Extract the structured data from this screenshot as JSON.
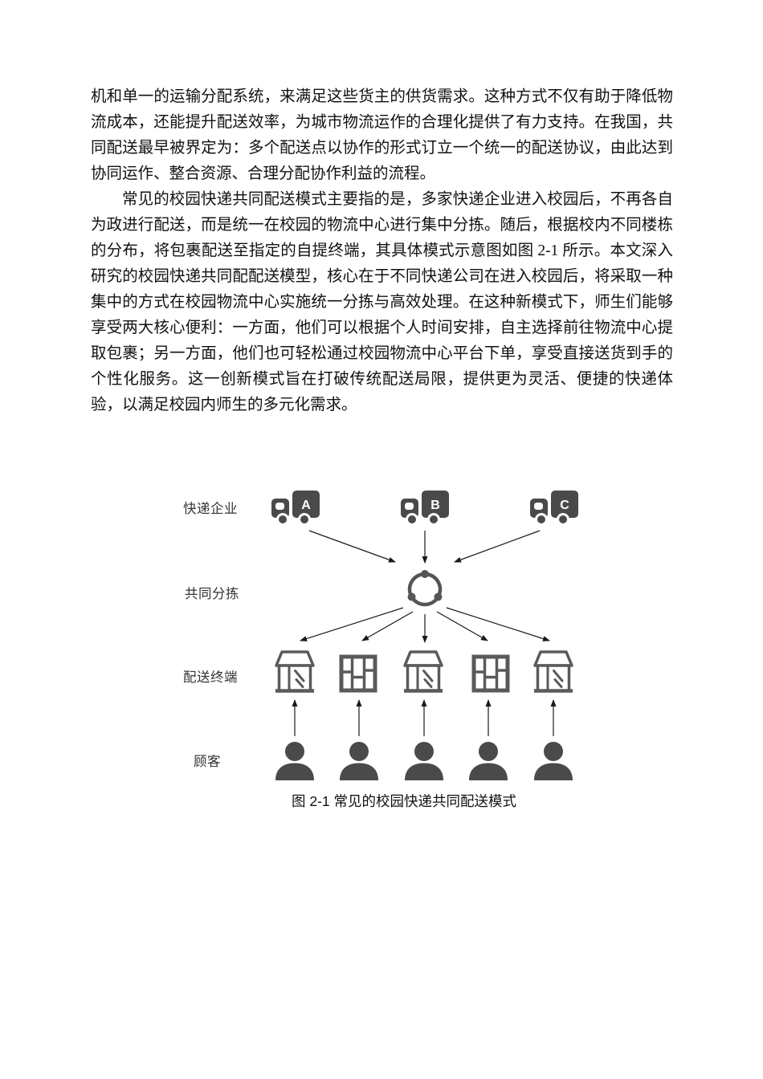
{
  "page": {
    "paragraphs": [
      {
        "text": "机和单一的运输分配系统，来满足这些货主的供货需求。这种方式不仅有助于降低物流成本，还能提升配送效率，为城市物流运作的合理化提供了有力支持。在我国，共同配送最早被界定为：多个配送点以协作的形式订立一个统一的配送协议，由此达到协同运作、整合资源、合理分配协作利益的流程。"
      },
      {
        "text": "常见的校园快递共同配送模式主要指的是，多家快递企业进入校园后，不再各自为政进行配送，而是统一在校园的物流中心进行集中分拣。随后，根据校内不同楼栋的分布，将包裹配送至指定的自提终端，其具体模式示意图如图 2-1 所示。本文深入研究的校园快递共同配配送模型，核心在于不同快递公司在进入校园后，将采取一种集中的方式在校园物流中心实施统一分拣与高效处理。在这种新模式下，师生们能够享受两大核心便利：一方面，他们可以根据个人时间安排，自主选择前往物流中心提取包裹；另一方面，他们也可轻松通过校园物流中心平台下单，享受直接送货到手的个性化服务。这一创新模式旨在打破传统配送局限，提供更为灵活、便捷的快递体验，以满足校园内师生的多元化需求。"
      }
    ]
  },
  "diagram": {
    "row_labels": {
      "couriers": "快递企业",
      "sorting": "共同分拣",
      "terminals": "配送终端",
      "customers": "顾客"
    },
    "trucks": [
      "A",
      "B",
      "C"
    ],
    "caption": "图 2-1 常见的校园快递共同配送模式",
    "icons": {
      "courier": "truck-icon",
      "sorting": "share-network-icon",
      "terminal_store": "storefront-icon",
      "terminal_locker": "parcel-locker-icon",
      "customer": "person-icon"
    },
    "colors": {
      "icon_fill": "#4a4a4a",
      "icon_outline": "#5a5a5a",
      "arrow": "#1a1a1a",
      "label_text": "#333333",
      "body_text": "#111111"
    }
  }
}
